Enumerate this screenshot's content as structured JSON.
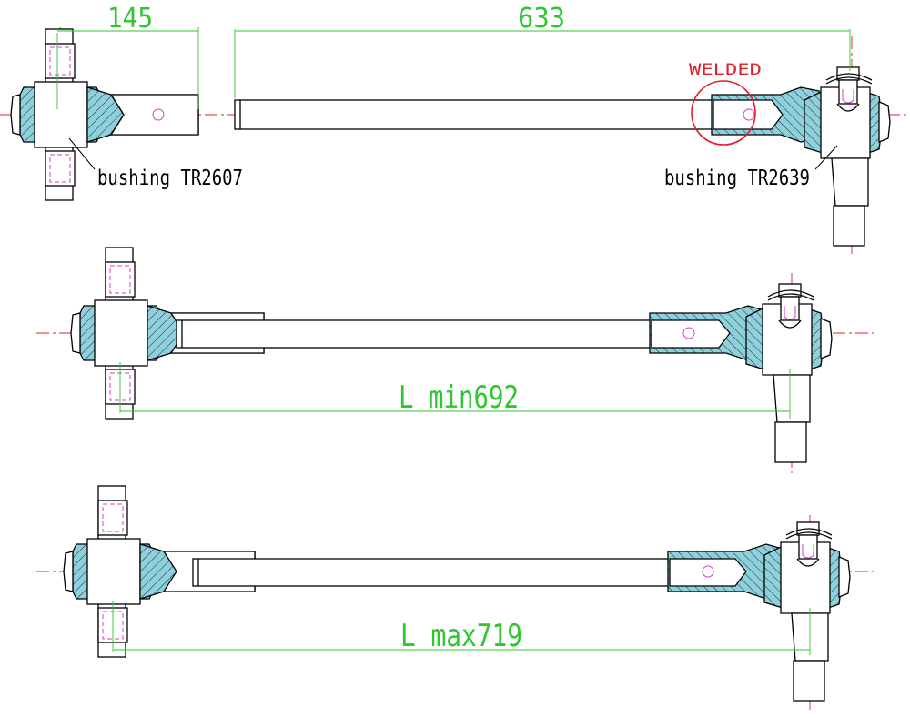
{
  "dimensions": {
    "d145": "145",
    "d633": "633",
    "lmin": "L min692",
    "lmax": "L max719"
  },
  "labels": {
    "bushing_left": "bushing TR2607",
    "bushing_right": "bushing TR2639",
    "welded": "WELDED"
  },
  "colors": {
    "outline": "#000000",
    "section_fill": "#8ed0dc",
    "centerline": "#e0202a",
    "dimension": "#2fc62f",
    "hidden_detail": "#d43cc8"
  }
}
